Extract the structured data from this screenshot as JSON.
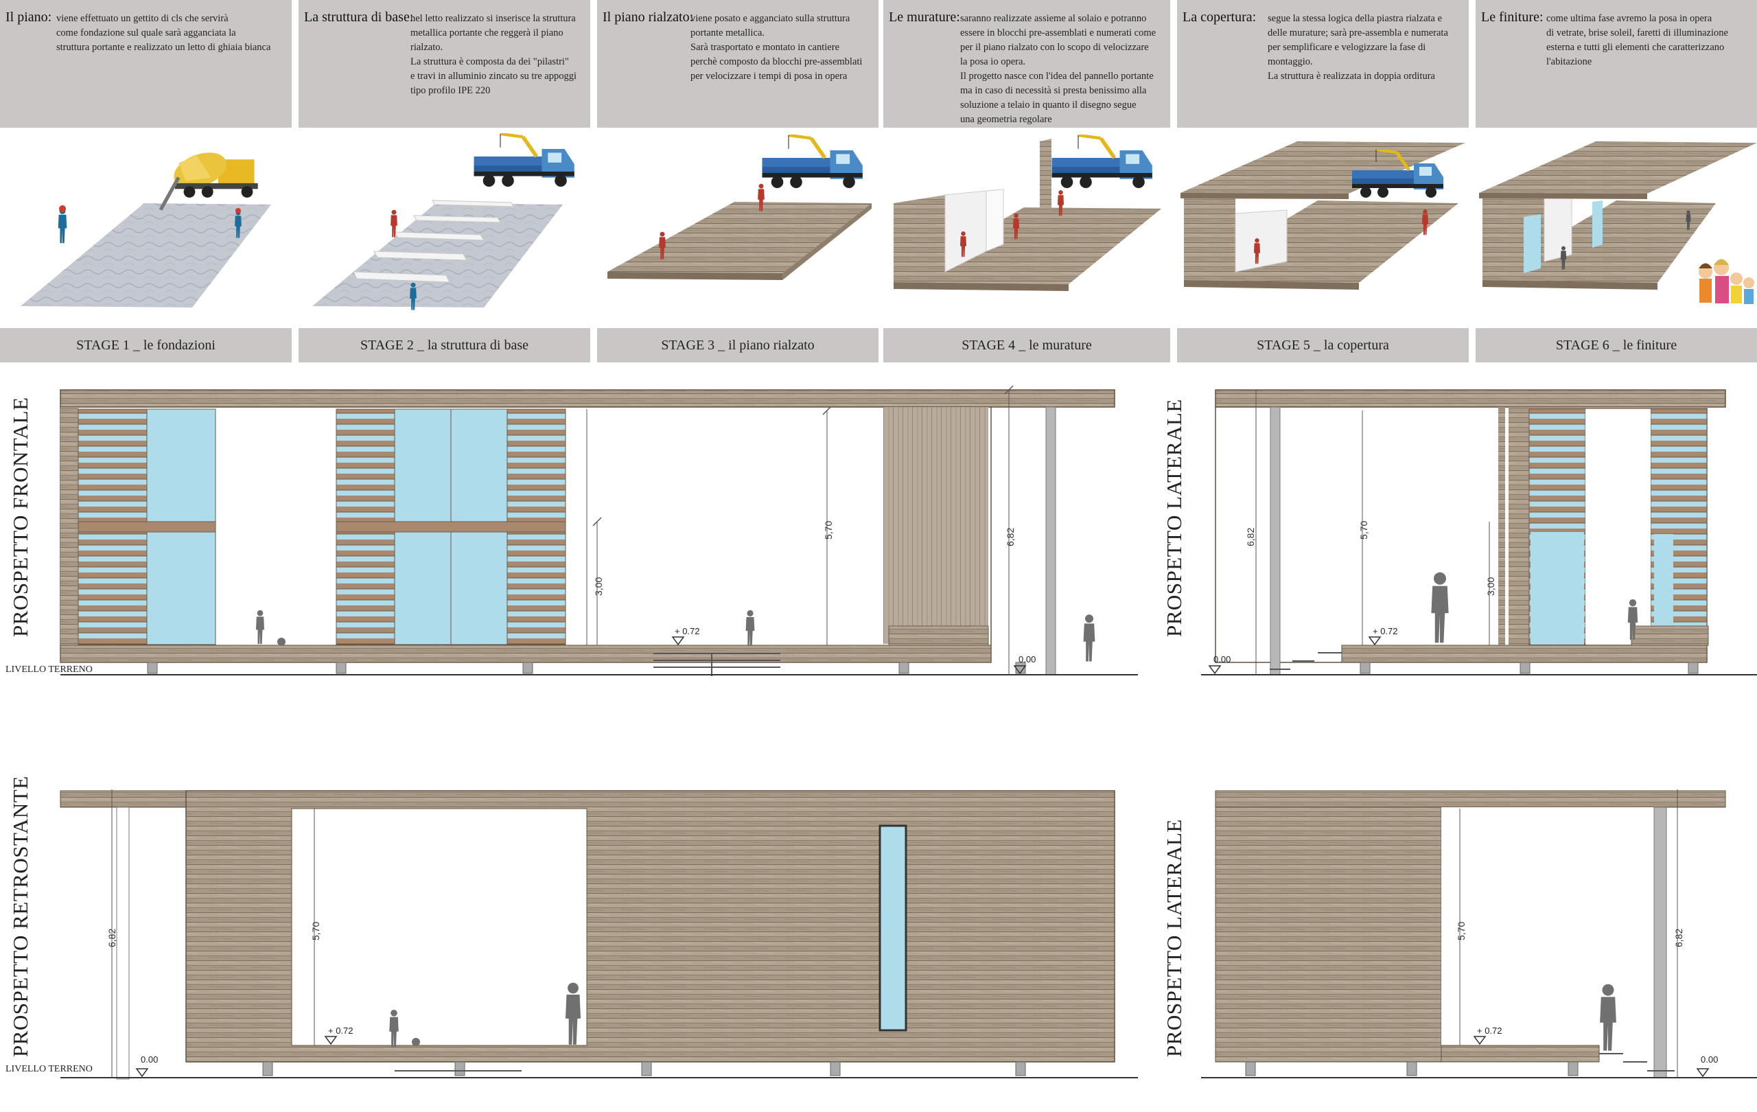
{
  "stages": [
    {
      "title": "Il piano:",
      "text": [
        "viene effettuato un gettito di cls che servirà",
        "come fondazione sul quale sarà agganciata la",
        "struttura portante e realizzato un letto di ghiaia bianca"
      ],
      "label": "STAGE 1 _ le fondazioni"
    },
    {
      "title": "La struttura di base:",
      "text": [
        "nel letto realizzato si inserisce la struttura",
        "metallica portante che reggerà il piano",
        "rialzato.",
        "La struttura è composta da dei \"pilastri\"",
        "e travi in alluminio zincato su tre appoggi",
        "tipo profilo IPE 220"
      ],
      "label": "STAGE 2 _ la struttura di base"
    },
    {
      "title": "Il piano rialzato:",
      "text": [
        "viene posato e agganciato sulla struttura",
        "portante metallica.",
        "Sarà trasportato e montato in cantiere",
        "perchè composto da blocchi pre-assemblati",
        "per velocizzare i tempi di posa in opera"
      ],
      "label": "STAGE 3 _ il piano rialzato"
    },
    {
      "title": "Le murature:",
      "text": [
        "saranno realizzate assieme al solaio e potranno",
        "essere in blocchi pre-assemblati e numerati come",
        "per il piano rialzato con lo scopo di velocizzare",
        "la posa io opera.",
        "Il progetto nasce con l'idea del pannello portante",
        "ma in caso di necessità si presta benissimo alla",
        "soluzione a telaio in quanto il disegno segue",
        "una geometria regolare"
      ],
      "label": "STAGE 4 _ le murature"
    },
    {
      "title": "La copertura:",
      "text": [
        "segue la stessa logica della piastra rialzata e",
        "delle murature; sarà pre-assembla e numerata",
        "per semplificare e velogizzare la fase di",
        "montaggio.",
        "La struttura è realizzata in doppia orditura"
      ],
      "label": "STAGE 5 _ la copertura"
    },
    {
      "title": "Le finiture:",
      "text": [
        "come ultima fase avremo la posa in opera",
        "di vetrate, brise soleil, faretti di illuminazione",
        "esterna e tutti gli elementi che caratterizzano",
        "l'abitazione"
      ],
      "label": "STAGE 6 _ le finiture"
    }
  ],
  "elevations": {
    "front": {
      "title": "PROSPETTO FRONTALE",
      "ground": "LIVELLO TERRENO",
      "level_floor": "+ 0.72",
      "level_ground": "0.00",
      "dims": [
        "3,00",
        "5,70",
        "6,82"
      ]
    },
    "side_right": {
      "title": "PROSPETTO LATERALE",
      "level_floor": "+ 0.72",
      "level_ground": "0.00",
      "dims": [
        "6,82",
        "5,70",
        "3,00"
      ]
    },
    "back": {
      "title": "PROSPETTO RETROSTANTE",
      "ground": "LIVELLO TERRENO",
      "level_floor": "+ 0.72",
      "level_ground": "0.00",
      "dims": [
        "6,82",
        "5,70"
      ]
    },
    "side_left": {
      "title": "PROSPETTO LATERALE",
      "level_floor": "+ 0.72",
      "level_ground": "0.00",
      "dims": [
        "5,70",
        "6,82"
      ]
    }
  },
  "colors": {
    "panel_grey": "#cbc6c6",
    "wood": "#a39280",
    "glass": "#aedcea",
    "figure": "#6f6f6f"
  }
}
